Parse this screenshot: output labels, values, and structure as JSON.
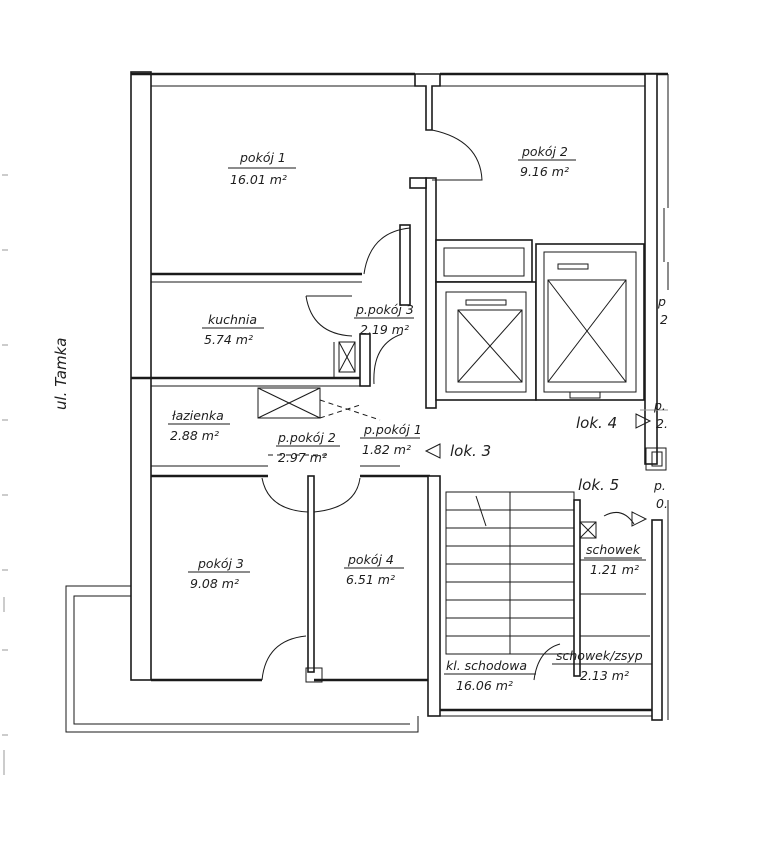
{
  "street": "ul. Tamka",
  "rooms": {
    "pokoj1": {
      "name": "pokój 1",
      "area": "16.01 m²"
    },
    "pokoj2": {
      "name": "pokój 2",
      "area": "9.16 m²"
    },
    "kuchnia": {
      "name": "kuchnia",
      "area": "5.74 m²"
    },
    "ppokoj3": {
      "name": "p.pokój 3",
      "area": "2.19 m²"
    },
    "lazienka": {
      "name": "łazienka",
      "area": "2.88 m²"
    },
    "ppokoj2": {
      "name": "p.pokój 2",
      "area": "2.97 m²"
    },
    "ppokoj1": {
      "name": "p.pokój 1",
      "area": "1.82 m²"
    },
    "pokoj3": {
      "name": "pokój 3",
      "area": "9.08 m²"
    },
    "pokoj4": {
      "name": "pokój 4",
      "area": "6.51 m²"
    },
    "schowek": {
      "name": "schowek",
      "area": "1.21 m²"
    },
    "klatka": {
      "name": "kl. schodowa",
      "area": "16.06 m²"
    },
    "schowekZsyp": {
      "name": "schowek/zsyp",
      "area": "2.13 m²"
    }
  },
  "units": {
    "lok3": "lok. 3",
    "lok4": "lok. 4",
    "lok5": "lok. 5"
  },
  "cutoff": {
    "right1": "p.",
    "right2": "2.",
    "right3": "p.",
    "right4": "0.",
    "right5": "p",
    "right6": "2"
  }
}
